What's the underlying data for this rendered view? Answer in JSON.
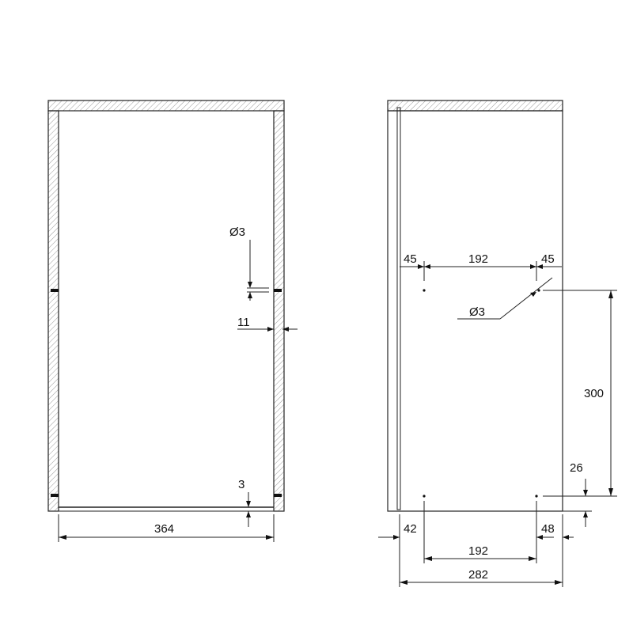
{
  "front_view": {
    "dim_diameter": "Ø3",
    "dim_11": "11",
    "dim_3": "3",
    "dim_364": "364"
  },
  "side_view": {
    "dim_45_left": "45",
    "dim_192_top": "192",
    "dim_45_right": "45",
    "dim_diameter": "Ø3",
    "dim_300": "300",
    "dim_26": "26",
    "dim_42": "42",
    "dim_48": "48",
    "dim_192_bottom": "192",
    "dim_282": "282"
  }
}
